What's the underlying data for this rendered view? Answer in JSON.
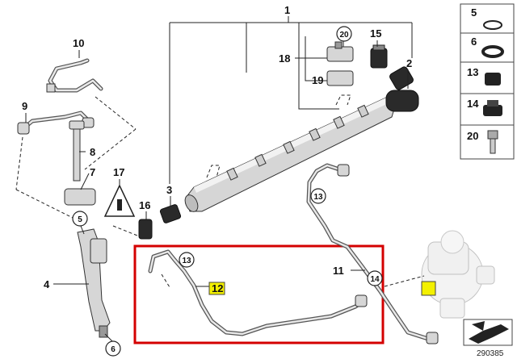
{
  "callouts": {
    "c1": "1",
    "c2": "2",
    "c3": "3",
    "c4": "4",
    "c5": "5",
    "c6": "6",
    "c7": "7",
    "c8": "8",
    "c9": "9",
    "c10": "10",
    "c11": "11",
    "c12": "12",
    "c13a": "13",
    "c13b": "13",
    "c14": "14",
    "c15": "15",
    "c16": "16",
    "c17": "17",
    "c18": "18",
    "c19": "19",
    "c20": "20"
  },
  "legend": {
    "items": [
      {
        "label": "5"
      },
      {
        "label": "6"
      },
      {
        "label": "13"
      },
      {
        "label": "14"
      },
      {
        "label": "20"
      }
    ]
  },
  "reference_number": "290385",
  "colors": {
    "highlight_frame": "#d40000",
    "highlight_label": "#f3f000"
  }
}
